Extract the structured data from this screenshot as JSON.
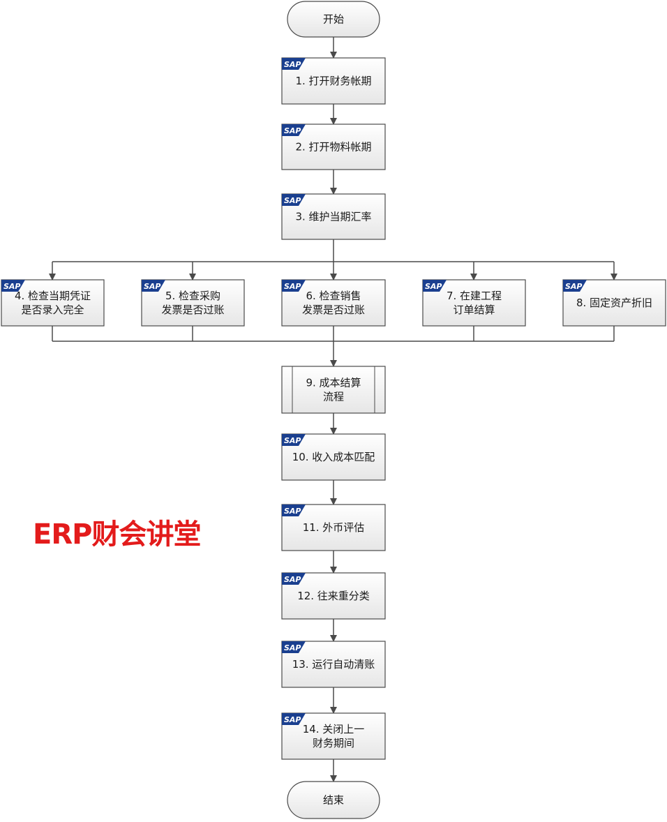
{
  "watermark": "ERP财会讲堂",
  "badge_text": "SAP",
  "colors": {
    "sap_badge": "#1a3f8f",
    "box_fill_top": "#ffffff",
    "box_fill_bottom": "#e8e8e8",
    "stroke": "#4a4a4a",
    "watermark": "#e31b1b"
  },
  "nodes": {
    "start": {
      "lines": [
        "开始"
      ]
    },
    "n1": {
      "lines": [
        "1. 打开财务帐期"
      ]
    },
    "n2": {
      "lines": [
        "2. 打开物料帐期"
      ]
    },
    "n3": {
      "lines": [
        "3. 维护当期汇率"
      ]
    },
    "n4": {
      "lines": [
        "4. 检查当期凭证",
        "是否录入完全"
      ]
    },
    "n5": {
      "lines": [
        "5. 检查采购",
        "发票是否过账"
      ]
    },
    "n6": {
      "lines": [
        "6. 检查销售",
        "发票是否过账"
      ]
    },
    "n7": {
      "lines": [
        "7. 在建工程",
        "订单结算"
      ]
    },
    "n8": {
      "lines": [
        "8. 固定资产折旧"
      ]
    },
    "n9": {
      "lines": [
        "9. 成本结算",
        "流程"
      ]
    },
    "n10": {
      "lines": [
        "10. 收入成本匹配"
      ]
    },
    "n11": {
      "lines": [
        "11. 外币评估"
      ]
    },
    "n12": {
      "lines": [
        "12. 往来重分类"
      ]
    },
    "n13": {
      "lines": [
        "13. 运行自动清账"
      ]
    },
    "n14": {
      "lines": [
        "14. 关闭上一",
        "财务期间"
      ]
    },
    "end": {
      "lines": [
        "结束"
      ]
    }
  }
}
